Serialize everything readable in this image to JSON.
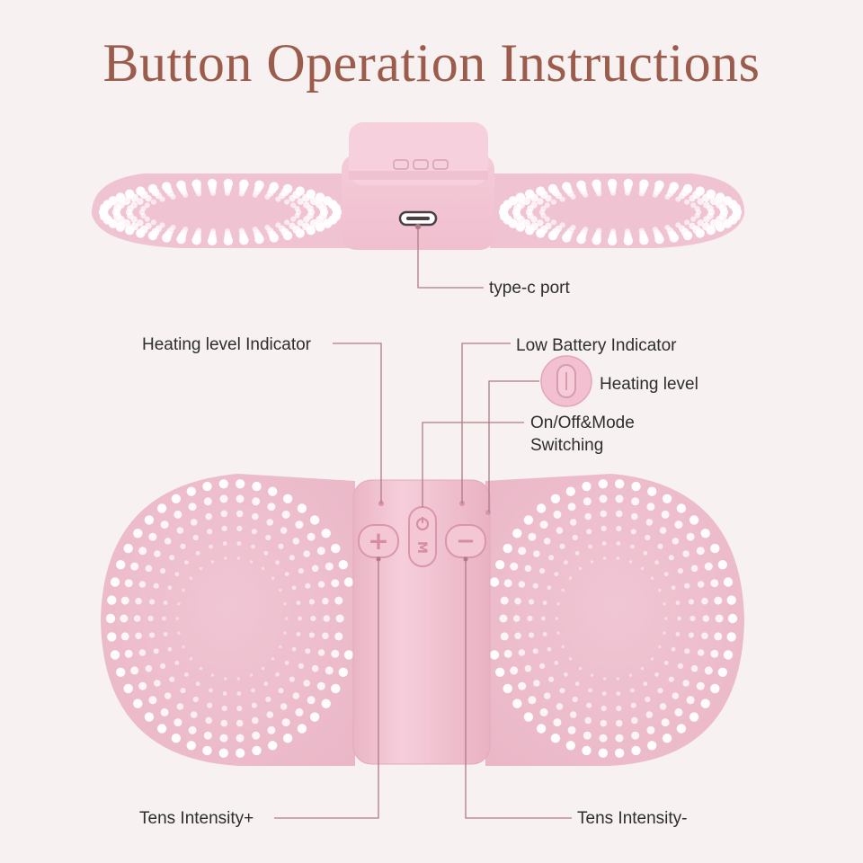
{
  "title": "Button Operation Instructions",
  "labels": {
    "type_c_port": "type-c port",
    "heating_level_indicator": "Heating level Indicator",
    "low_battery_indicator": "Low Battery Indicator",
    "heating_level": "Heating level",
    "on_off_mode_line1": "On/Off&Mode",
    "on_off_mode_line2": "Switching",
    "tens_intensity_plus": "Tens Intensity+",
    "tens_intensity_minus": "Tens Intensity-"
  },
  "buttons": {
    "plus_symbol": "+",
    "minus_symbol": "−",
    "mode_symbol": "M"
  },
  "colors": {
    "background": "#f7f1f1",
    "title": "#9b5c4c",
    "pad": "#f0c5d3",
    "pad_dark": "#e4aebf",
    "device": "#f2c3d1",
    "leader_line": "#b07c84",
    "dot": "#ffffff"
  }
}
